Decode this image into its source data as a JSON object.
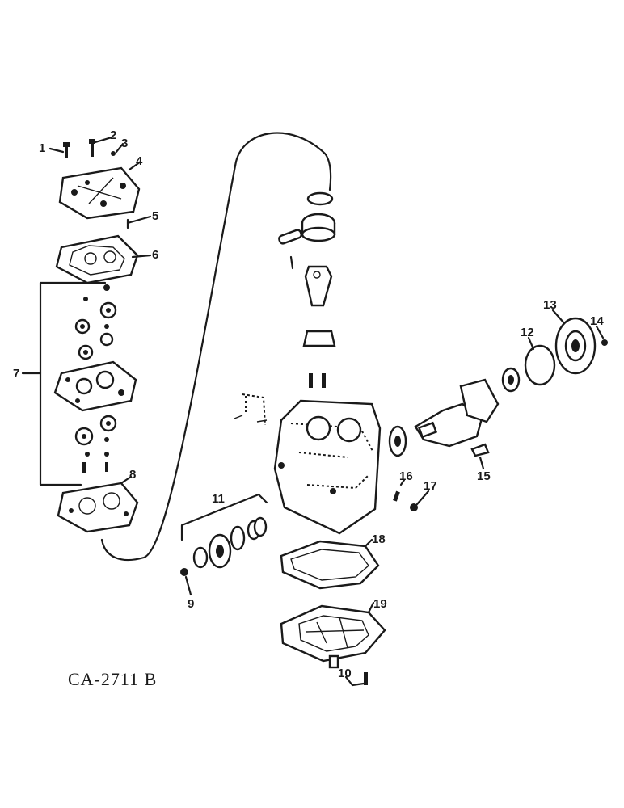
{
  "figure_code": "CA-2711 B",
  "callouts": [
    "1",
    "2",
    "3",
    "4",
    "5",
    "6",
    "7",
    "8",
    "9",
    "10",
    "11",
    "12",
    "13",
    "14",
    "15",
    "16",
    "17",
    "18",
    "19"
  ]
}
